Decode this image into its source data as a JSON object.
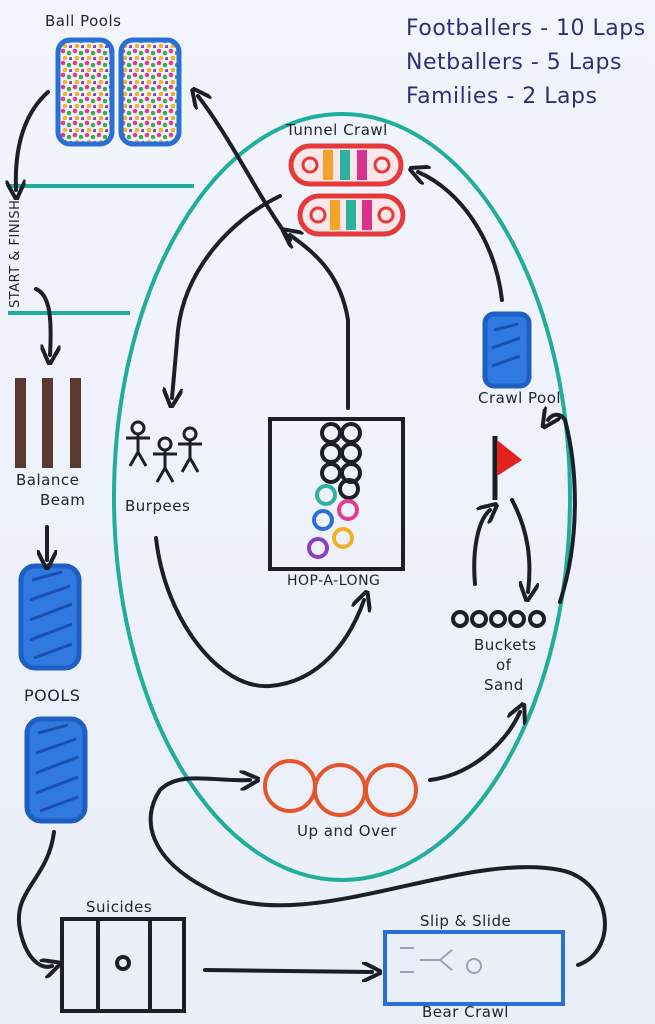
{
  "legend": {
    "footballers": "Footballers - 10 Laps",
    "netballers": "Netballers - 5 Laps",
    "families": "Families - 2 Laps"
  },
  "stations": {
    "ball_pools": "Ball Pools",
    "start_finish": "START & FINISH",
    "balance_beam_line1": "Balance",
    "balance_beam_line2": "Beam",
    "pools": "POOLS",
    "suicides": "Suicides",
    "slip_slide": "Slip & Slide",
    "bear_crawl": "Bear Crawl",
    "up_and_over": "Up and Over",
    "buckets_line1": "Buckets",
    "buckets_line2": "of",
    "buckets_line3": "Sand",
    "crawl_pool": "Crawl Pool",
    "tunnel_crawl": "Tunnel Crawl",
    "burpees": "Burpees",
    "hop_a_long": "HOP-A-LONG"
  },
  "colors": {
    "track": "#1fae9a",
    "ink": "#1c1e2a",
    "pool_blue": "#2a6fd6",
    "flag_red": "#e0231c",
    "hoop_orange": "#e6552a",
    "beam_brown": "#5a3a30"
  }
}
